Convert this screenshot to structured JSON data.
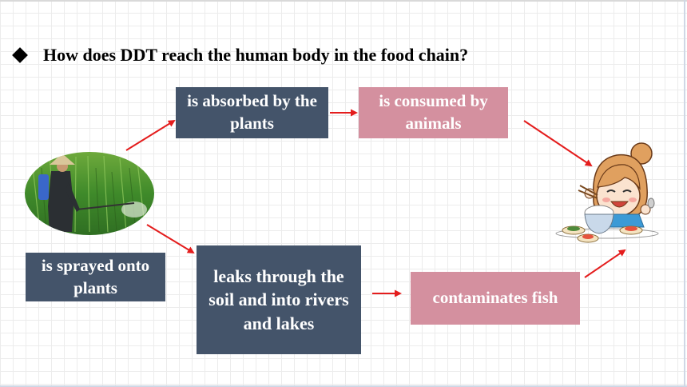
{
  "question": "How does DDT reach the human body in the food chain?",
  "steps": {
    "sprayed": "is sprayed onto plants",
    "absorbed": "is absorbed by the plants",
    "consumed": "is consumed by animals",
    "leaks": "leaks through the soil and into rivers and lakes",
    "contaminates": "contaminates fish"
  },
  "colors": {
    "dark_box": "#44546a",
    "pink_box": "#d4909f",
    "arrow": "#e41d1d"
  },
  "images": {
    "farmer": "farmer-spraying-rice-field",
    "girl": "girl-eating-food"
  }
}
